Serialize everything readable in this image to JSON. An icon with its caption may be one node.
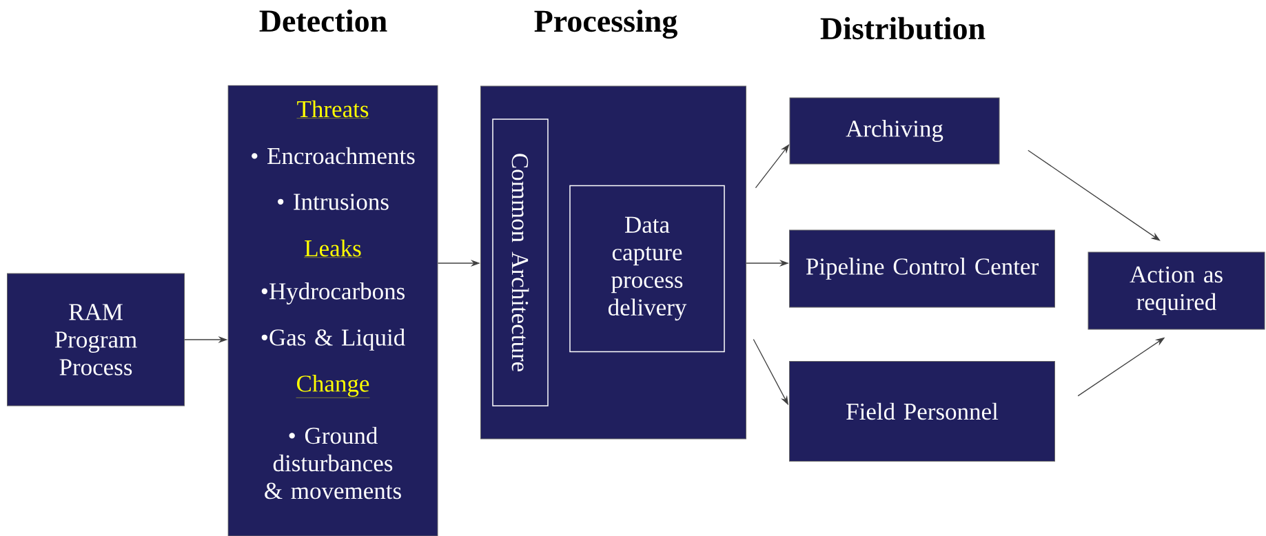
{
  "diagram": {
    "nodes": [
      {
        "text": [
          "RAM Program Process"
        ]
      },
      {
        "text": [
          "Threats",
          "• Encroachments",
          "• Intrusions",
          "Leaks",
          "•Hydrocarbons",
          "•Gas & Liquid",
          "Change",
          "• Ground disturbances & movements"
        ]
      },
      {
        "text": [],
        "shape": "box"
      },
      {
        "text": [
          "Common Architecture"
        ],
        "in": 2
      },
      {
        "text": [
          "Data capture process delivery"
        ],
        "in": 2
      },
      {
        "text": [
          "Archiving"
        ]
      },
      {
        "text": [
          "Pipeline Control Center"
        ]
      },
      {
        "text": [
          "Field Personnel"
        ]
      },
      {
        "text": [
          "Action as required"
        ]
      }
    ],
    "edges": [
      {
        "from": 0,
        "to": 1,
        "arrow": "to"
      },
      {
        "from": 1,
        "to": 2,
        "arrow": "to"
      },
      {
        "from": 2,
        "to": 5,
        "arrow": "to"
      },
      {
        "from": 2,
        "to": 6,
        "arrow": "to"
      },
      {
        "from": 2,
        "to": 7,
        "arrow": "to"
      },
      {
        "from": 5,
        "to": 8,
        "arrow": "to"
      },
      {
        "from": 7,
        "to": 8,
        "arrow": "to"
      }
    ],
    "labels": [
      "Detection",
      "Processing",
      "Distribution"
    ]
  }
}
